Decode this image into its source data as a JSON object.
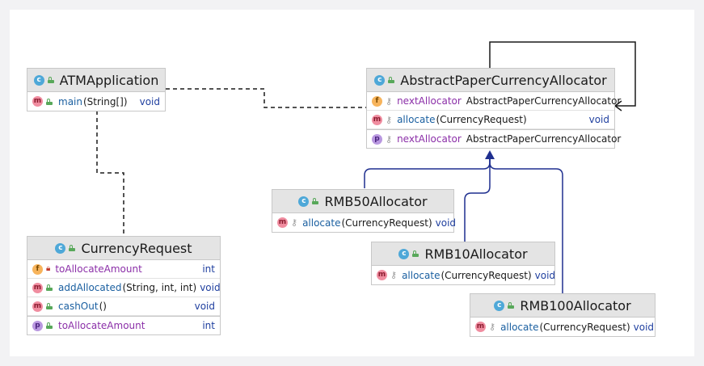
{
  "classes": {
    "atm": {
      "name": "ATMApplication",
      "members": [
        {
          "kind": "m",
          "name": "main",
          "params": "(String[])",
          "type": "void"
        }
      ]
    },
    "abstract": {
      "name": "AbstractPaperCurrencyAllocator",
      "members": [
        {
          "kind": "f",
          "name": "nextAllocator",
          "type": "AbstractPaperCurrencyAllocator"
        },
        {
          "kind": "m",
          "name": "allocate",
          "params": "(CurrencyRequest)",
          "type": "void"
        },
        {
          "kind": "p",
          "name": "nextAllocator",
          "type": "AbstractPaperCurrencyAllocator"
        }
      ]
    },
    "rmb50": {
      "name": "RMB50Allocator",
      "members": [
        {
          "kind": "m",
          "name": "allocate",
          "params": "(CurrencyRequest)",
          "type": "void"
        }
      ]
    },
    "rmb10": {
      "name": "RMB10Allocator",
      "members": [
        {
          "kind": "m",
          "name": "allocate",
          "params": "(CurrencyRequest)",
          "type": "void"
        }
      ]
    },
    "rmb100": {
      "name": "RMB100Allocator",
      "members": [
        {
          "kind": "m",
          "name": "allocate",
          "params": "(CurrencyRequest)",
          "type": "void"
        }
      ]
    },
    "request": {
      "name": "CurrencyRequest",
      "members": [
        {
          "kind": "f",
          "name": "toAllocateAmount",
          "type": "int"
        },
        {
          "kind": "m",
          "name": "addAllocated",
          "params": "(String, int, int)",
          "type": "void"
        },
        {
          "kind": "m",
          "name": "cashOut",
          "params": "()",
          "type": "void"
        },
        {
          "kind": "p",
          "name": "toAllocateAmount",
          "type": "int"
        }
      ]
    }
  },
  "badges": {
    "class": "c",
    "method": "m",
    "field": "f",
    "property": "p"
  },
  "colors": {
    "header_bg": "#e4e4e4",
    "edge_dashed": "#1a1a1a",
    "edge_inheritance": "#1f2f8f",
    "method_name": "#1a5fa0",
    "field_name": "#8b2fa8",
    "type": "#1f3f9f"
  },
  "icons": {
    "class": "class-c-icon",
    "method": "method-m-icon",
    "field": "field-f-icon",
    "property": "property-p-icon",
    "public": "unlock-icon",
    "protected": "key-icon",
    "private": "lock-icon"
  }
}
